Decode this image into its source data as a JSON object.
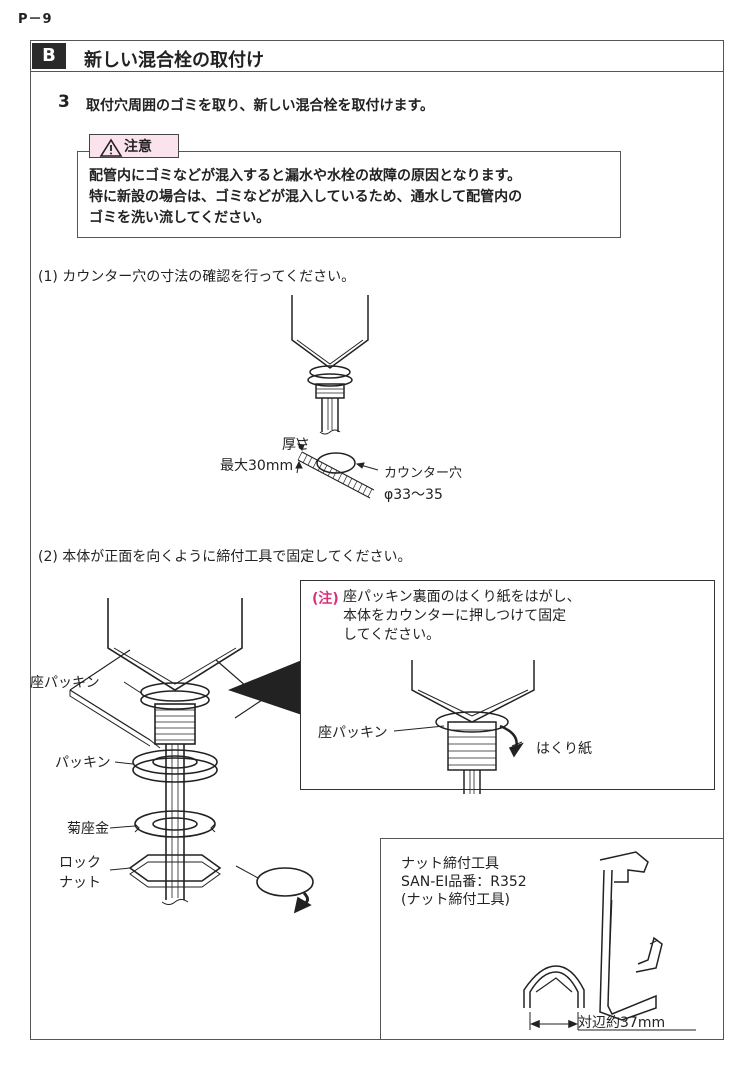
{
  "page_number": "P－9",
  "section": {
    "letter": "B",
    "title": "新しい混合栓の取付け"
  },
  "step": {
    "number": "3",
    "text": "取付穴周囲のゴミを取り、新しい混合栓を取付けます。"
  },
  "caution": {
    "label": "注意",
    "lines": [
      "配管内にゴミなどが混入すると漏水や水栓の故障の原因となります。",
      "特に新設の場合は、ゴミなどが混入しているため、通水して配管内の",
      "ゴミを洗い流してください。"
    ]
  },
  "substep1": {
    "text": "(1) カウンター穴の寸法の確認を行ってください。",
    "thickness_label": "厚さ",
    "thickness_value": "最大30mm",
    "hole_label": "カウンター穴",
    "hole_size": "φ33～35"
  },
  "substep2": {
    "text": "(2) 本体が正面を向くように締付工具で固定してください。",
    "labels": {
      "seat_packing": "座パッキン",
      "packing": "パッキン",
      "washer": "菊座金",
      "lock_nut_1": "ロック",
      "lock_nut_2": "ナット"
    }
  },
  "note": {
    "mark": "(注)",
    "lines": [
      "座パッキン裏面のはくり紙をはがし、",
      "本体をカウンターに押しつけて固定",
      "してください。"
    ],
    "seat_packing": "座パッキン",
    "release_paper": "はくり紙"
  },
  "tool": {
    "lines": [
      "ナット締付工具",
      "SAN-EI品番：R352",
      "(ナット締付工具)"
    ],
    "width_label": "対辺約37mm"
  },
  "colors": {
    "accent_pink": "#d8317c",
    "caution_bg": "#fbe3ee",
    "dark": "#2a2a2a"
  }
}
